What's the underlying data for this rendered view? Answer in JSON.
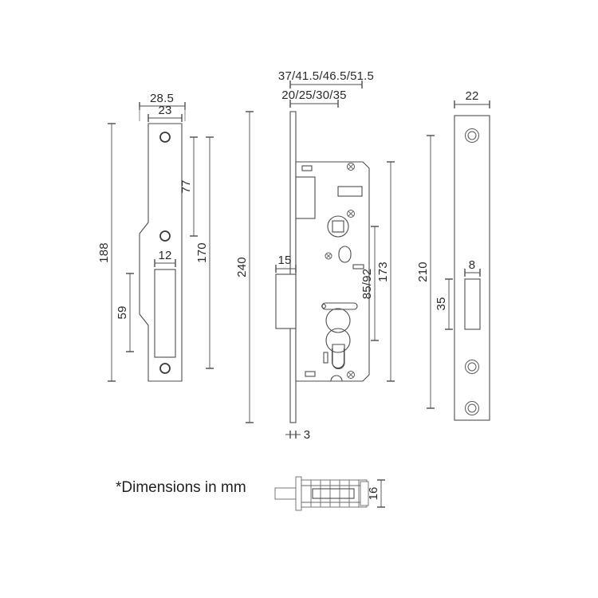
{
  "drawing": {
    "title": "Mortise Lock Dimensional Drawing",
    "note": "*Dimensions in mm",
    "units": "mm",
    "line_color": "#4d4d4d",
    "text_color": "#2b2b2b",
    "background": "#ffffff"
  },
  "views": {
    "left": {
      "name": "Lock faceplate / forend front view",
      "dimensions": {
        "width_outer": "28.5",
        "width_inner": "23",
        "height_total": "188",
        "height_hole_spacing": "170",
        "height_upper": "77",
        "height_lower": "59",
        "slot_width": "12"
      }
    },
    "center": {
      "name": "Lock body side view",
      "dimensions": {
        "backset_outer": "37/41.5/46.5/51.5",
        "backset_inner": "20/25/30/35",
        "height_total": "240",
        "latch_projection": "15",
        "center_distance": "85/92",
        "case_height": "173",
        "faceplate_thickness": "3"
      }
    },
    "right": {
      "name": "Strike plate front view",
      "dimensions": {
        "width": "22",
        "height": "210",
        "slot_width": "8",
        "slot_height": "35"
      }
    },
    "detail": {
      "name": "Wall plug / anchor detail",
      "dimensions": {
        "height": "16"
      }
    }
  },
  "labels": {
    "w28_5": "28.5",
    "w23": "23",
    "h188": "188",
    "h170": "170",
    "h77": "77",
    "h59": "59",
    "s12": "12",
    "backset_a": "37/41.5/46.5/51.5",
    "backset_b": "20/25/30/35",
    "h240": "240",
    "p15": "15",
    "c85_92": "85/92",
    "h173": "173",
    "t3": "3",
    "w22": "22",
    "h210": "210",
    "s8": "8",
    "h35": "35",
    "d16": "16",
    "note": "*Dimensions in mm"
  }
}
